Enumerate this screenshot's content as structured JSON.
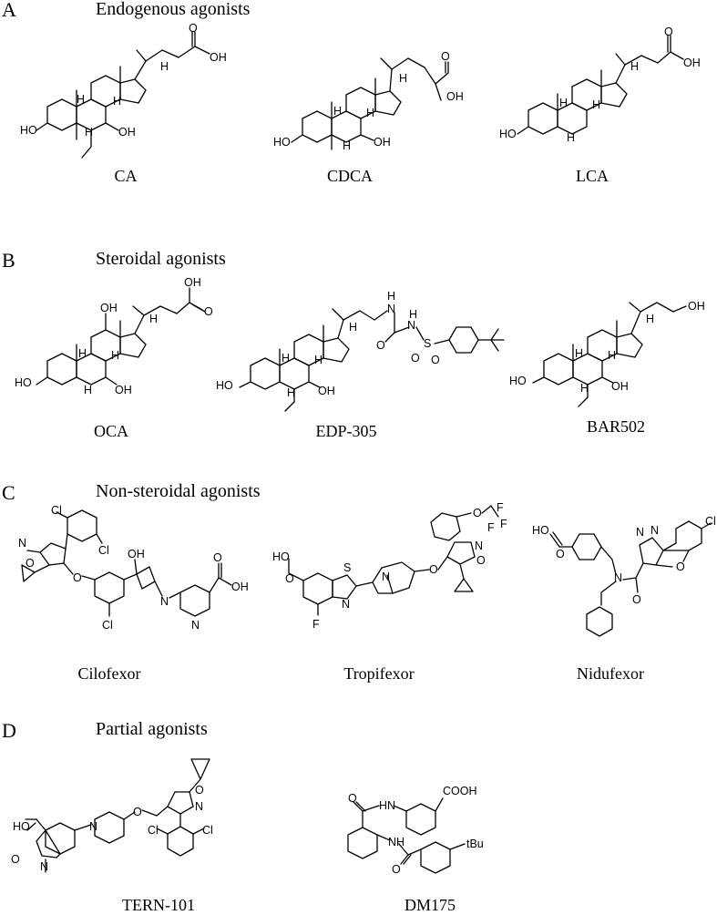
{
  "sections": [
    {
      "letter": "A",
      "title": "Endogenous agonists",
      "compounds": [
        {
          "name": "CA",
          "labels": [
            "HO",
            "OH",
            "H",
            "H",
            "H",
            "H",
            "OH",
            "O"
          ]
        },
        {
          "name": "CDCA",
          "labels": [
            "HO",
            "OH",
            "H",
            "H",
            "H",
            "H",
            "OH",
            "O"
          ]
        },
        {
          "name": "LCA",
          "labels": [
            "HO",
            "H",
            "H",
            "H",
            "H",
            "OH",
            "O"
          ]
        }
      ]
    },
    {
      "letter": "B",
      "title": "Steroidal agonists",
      "compounds": [
        {
          "name": "OCA",
          "labels": [
            "HO",
            "OH",
            "OH",
            "H",
            "H",
            "H",
            "H",
            "OH",
            "O"
          ]
        },
        {
          "name": "EDP-305",
          "labels": [
            "HO",
            "OH",
            "H",
            "H",
            "H",
            "H",
            "H",
            "N",
            "O",
            "N",
            "H",
            "S",
            "O",
            "O"
          ]
        },
        {
          "name": "BAR502",
          "labels": [
            "HO",
            "OH",
            "H",
            "H",
            "H",
            "H",
            "OH"
          ]
        }
      ]
    },
    {
      "letter": "C",
      "title": "Non-steroidal agonists",
      "compounds": [
        {
          "name": "Cilofexor",
          "labels": [
            "Cl",
            "Cl",
            "N",
            "O",
            "O",
            "OH",
            "Cl",
            "N",
            "N",
            "OH",
            "O"
          ]
        },
        {
          "name": "Tropifexor",
          "labels": [
            "HO",
            "O",
            "S",
            "N",
            "F",
            "N",
            "O",
            "O",
            "F",
            "F",
            "F",
            "N",
            "O"
          ]
        },
        {
          "name": "Nidufexor",
          "labels": [
            "HO",
            "O",
            "N",
            "N",
            "N",
            "O",
            "O",
            "Cl"
          ]
        }
      ]
    },
    {
      "letter": "D",
      "title": "Partial agonists",
      "compounds": [
        {
          "name": "TERN-101",
          "labels": [
            "HO",
            "O",
            "N",
            "N",
            "O",
            "N",
            "O",
            "Cl",
            "Cl"
          ]
        },
        {
          "name": "DM175",
          "labels": [
            "O",
            "HN",
            "COOH",
            "NH",
            "O",
            "tBu"
          ]
        }
      ]
    }
  ]
}
